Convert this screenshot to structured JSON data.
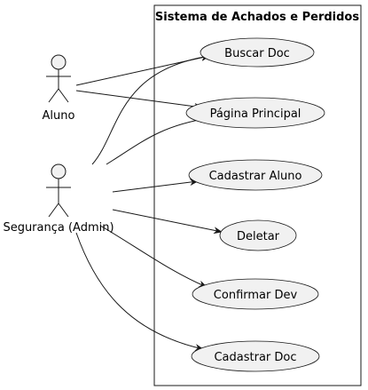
{
  "system": {
    "title": "Sistema de Achados e Perdidos"
  },
  "actors": [
    {
      "id": "aluno",
      "label": "Aluno"
    },
    {
      "id": "seguranca",
      "label": "Segurança (Admin)"
    }
  ],
  "use_cases": [
    {
      "id": "buscar-doc",
      "label": "Buscar Doc"
    },
    {
      "id": "pagina-principal",
      "label": "Página Principal"
    },
    {
      "id": "cadastrar-aluno",
      "label": "Cadastrar Aluno"
    },
    {
      "id": "deletar",
      "label": "Deletar"
    },
    {
      "id": "confirmar-dev",
      "label": "Confirmar Dev"
    },
    {
      "id": "cadastrar-doc",
      "label": "Cadastrar Doc"
    }
  ],
  "associations": [
    {
      "from": "aluno",
      "to": "buscar-doc"
    },
    {
      "from": "aluno",
      "to": "pagina-principal"
    },
    {
      "from": "seguranca",
      "to": "buscar-doc"
    },
    {
      "from": "seguranca",
      "to": "pagina-principal"
    },
    {
      "from": "seguranca",
      "to": "cadastrar-aluno"
    },
    {
      "from": "seguranca",
      "to": "deletar"
    },
    {
      "from": "seguranca",
      "to": "confirmar-dev"
    },
    {
      "from": "seguranca",
      "to": "cadastrar-doc"
    }
  ],
  "colors": {
    "usecase_fill": "#f1f1f1",
    "stroke": "#181818",
    "background": "#ffffff"
  }
}
